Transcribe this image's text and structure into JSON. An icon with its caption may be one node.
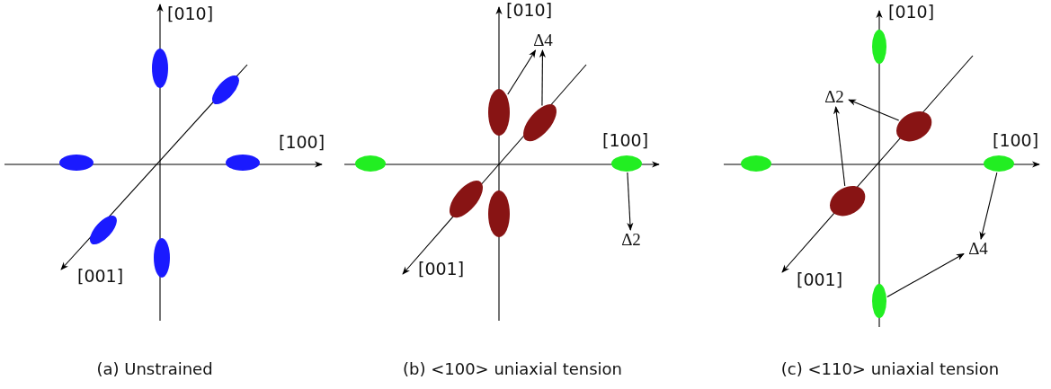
{
  "diagram": {
    "nodes": [
      {
        "text": [],
        "shape": "ellipse"
      },
      {
        "text": [],
        "shape": "ellipse"
      },
      {
        "text": [],
        "shape": "ellipse"
      },
      {
        "text": [],
        "shape": "ellipse"
      },
      {
        "text": [],
        "shape": "ellipse"
      },
      {
        "text": [],
        "shape": "ellipse"
      },
      {
        "text": [
          "Δ4"
        ]
      },
      {
        "text": [],
        "shape": "ellipse"
      },
      {
        "text": [],
        "shape": "ellipse"
      },
      {
        "text": [],
        "shape": "ellipse"
      },
      {
        "text": [],
        "shape": "ellipse"
      },
      {
        "text": [],
        "shape": "ellipse"
      },
      {
        "text": [],
        "shape": "ellipse"
      },
      {
        "text": [
          "Δ2"
        ]
      },
      {
        "text": [],
        "shape": "ellipse"
      },
      {
        "text": [
          "Δ2"
        ]
      },
      {
        "text": [],
        "shape": "ellipse"
      },
      {
        "text": [],
        "shape": "ellipse"
      },
      {
        "text": [],
        "shape": "ellipse"
      },
      {
        "text": [],
        "shape": "ellipse"
      },
      {
        "text": [
          "Δ4"
        ]
      },
      {
        "text": [],
        "shape": "ellipse"
      }
    ],
    "edges": [
      {
        "from": 7,
        "to": 6,
        "arrow": "to"
      },
      {
        "from": 8,
        "to": 6,
        "arrow": "to"
      },
      {
        "from": 10,
        "to": 13,
        "arrow": "to"
      },
      {
        "from": 16,
        "to": 15,
        "arrow": "to"
      },
      {
        "from": 19,
        "to": 15,
        "arrow": "to"
      },
      {
        "from": 18,
        "to": 20,
        "arrow": "to"
      },
      {
        "from": 21,
        "to": 20,
        "arrow": "to"
      }
    ],
    "labels": [
      "[010]",
      "[100]",
      "[001]",
      "[010]",
      "[100]",
      "[001]",
      "[010]",
      "[100]",
      "[001]",
      "(a) Unstrained",
      "(b) <100> uniaxial tension",
      "(c) <110> uniaxial tension"
    ]
  }
}
